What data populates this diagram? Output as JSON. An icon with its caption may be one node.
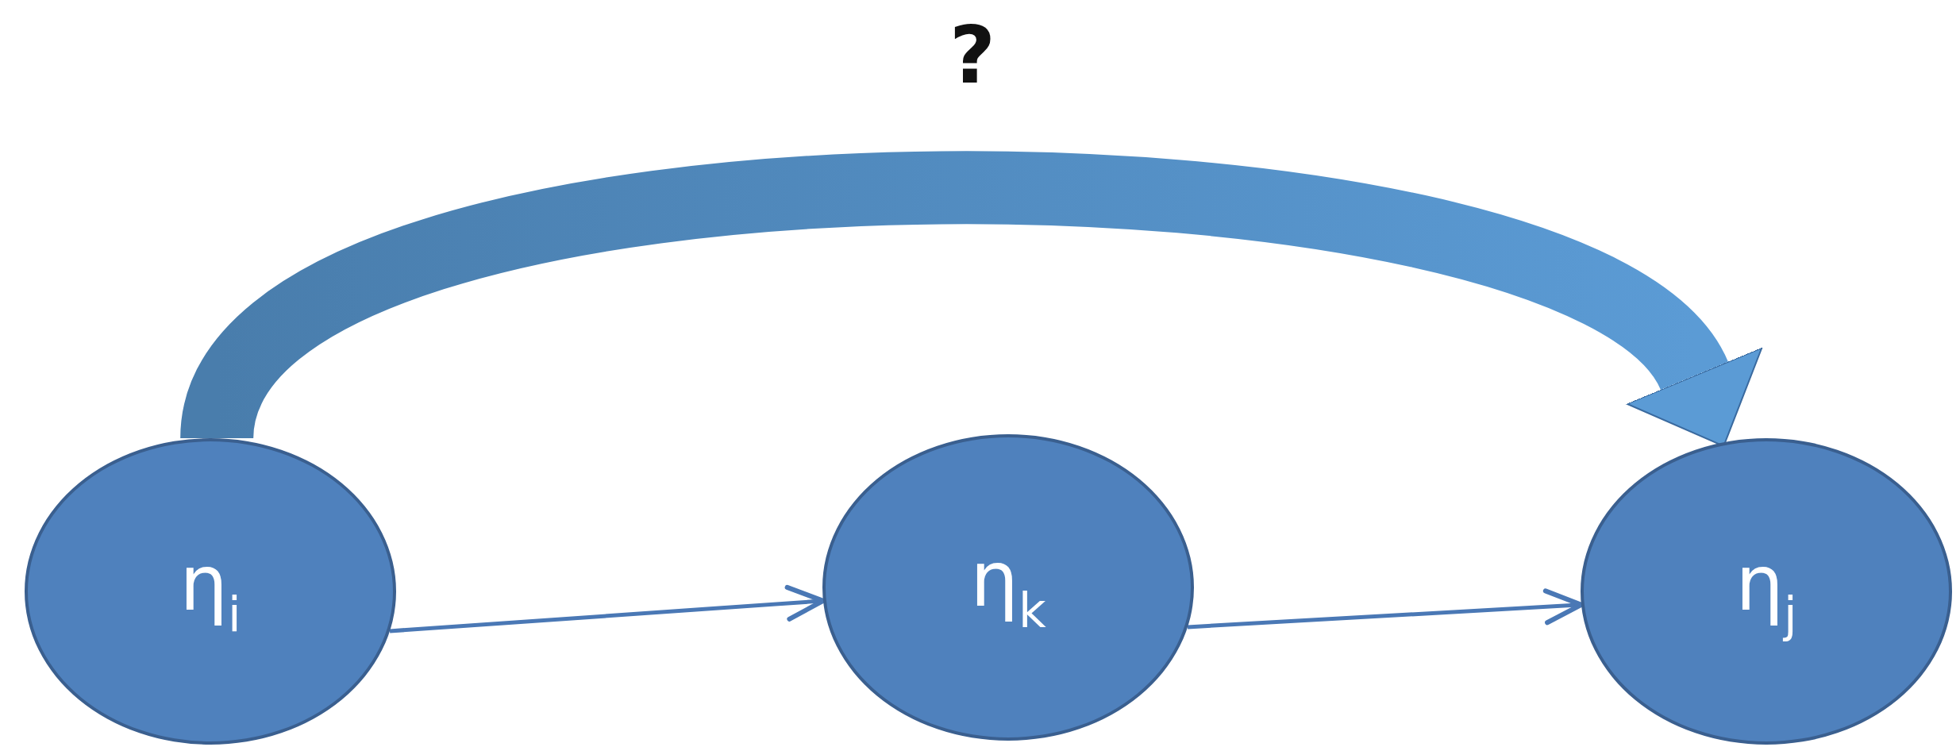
{
  "diagram": {
    "nodes": [
      {
        "text": [
          "η$_{i}$"
        ]
      },
      {
        "text": [
          "η$_{k}$"
        ]
      },
      {
        "text": [
          "η$_{j}$"
        ]
      }
    ],
    "edges": [
      {
        "from": 0,
        "to": 2,
        "arrow": "to",
        "label": "?",
        "style": "thick",
        "color": "#5b9bd5"
      },
      {
        "from": 0,
        "to": 1,
        "arrow": "to"
      },
      {
        "from": 1,
        "to": 2,
        "arrow": "to"
      }
    ]
  }
}
